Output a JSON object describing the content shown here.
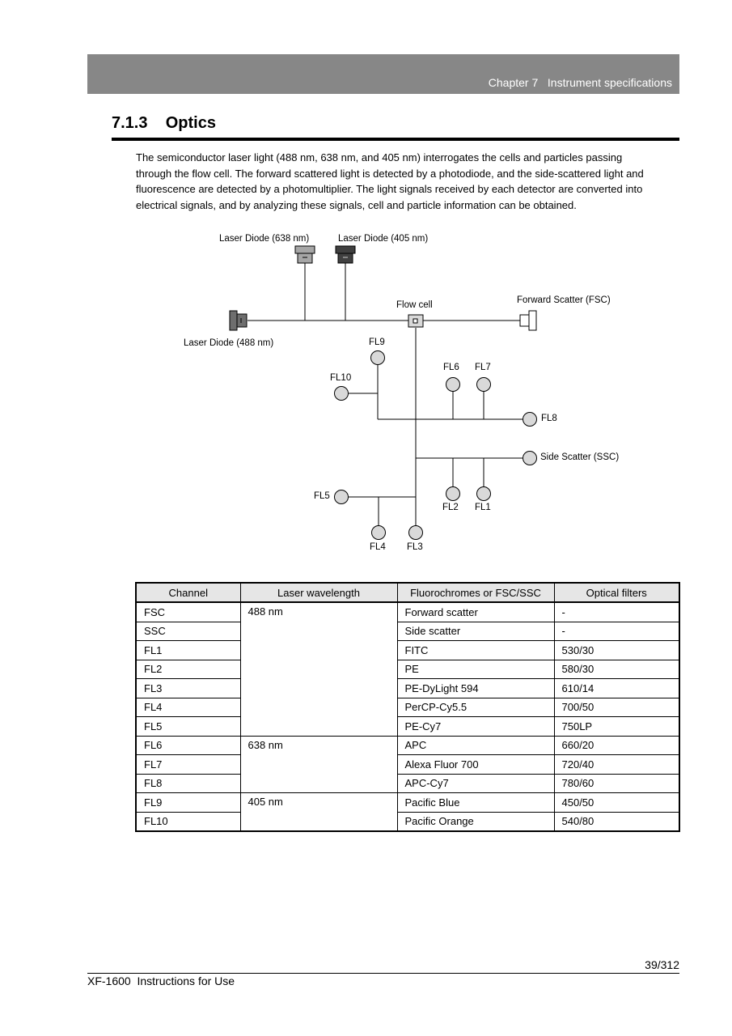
{
  "header": {
    "chapter": "Chapter 7   Instrument specifications"
  },
  "section": {
    "title": "7.1.3    Optics"
  },
  "body": {
    "lines": [
      "The semiconductor laser light (488 nm, 638 nm, and 405 nm) interrogates the cells and particles passing",
      "through the flow cell. The forward scattered light is detected by a photodiode, and the side-scattered light and",
      "fluorescence are detected by a photomultiplier. The light signals received by each detector are converted into",
      "electrical signals, and by analyzing these signals, cell and particle information can be obtained."
    ]
  },
  "diagram": {
    "laser_638": "Laser Diode (638 nm)",
    "laser_405": "Laser Diode (405 nm)",
    "laser_488": "Laser Diode (488 nm)",
    "flow_cell": "Flow cell",
    "fsc": "Forward Scatter (FSC)",
    "ssc": "Side Scatter (SSC)",
    "fl1": "FL1",
    "fl2": "FL2",
    "fl3": "FL3",
    "fl4": "FL4",
    "fl5": "FL5",
    "fl6": "FL6",
    "fl7": "FL7",
    "fl8": "FL8",
    "fl9": "FL9",
    "fl10": "FL10"
  },
  "table": {
    "headers": [
      "Channel",
      "Laser wavelength",
      "Fluorochromes or FSC/SSC",
      "Optical filters"
    ],
    "laser_groups": [
      "488 nm",
      "638 nm",
      "405 nm"
    ],
    "rows": [
      {
        "channel": "FSC",
        "fluor": "Forward scatter",
        "filter": "-"
      },
      {
        "channel": "SSC",
        "fluor": "Side scatter",
        "filter": "-"
      },
      {
        "channel": "FL1",
        "fluor": "FITC",
        "filter": "530/30"
      },
      {
        "channel": "FL2",
        "fluor": "PE",
        "filter": "580/30"
      },
      {
        "channel": "FL3",
        "fluor": "PE-DyLight 594",
        "filter": "610/14"
      },
      {
        "channel": "FL4",
        "fluor": "PerCP-Cy5.5",
        "filter": "700/50"
      },
      {
        "channel": "FL5",
        "fluor": "PE-Cy7",
        "filter": "750LP"
      },
      {
        "channel": "FL6",
        "fluor": "APC",
        "filter": "660/20"
      },
      {
        "channel": "FL7",
        "fluor": "Alexa Fluor 700",
        "filter": "720/40"
      },
      {
        "channel": "FL8",
        "fluor": "APC-Cy7",
        "filter": "780/60"
      },
      {
        "channel": "FL9",
        "fluor": "Pacific Blue",
        "filter": "450/50"
      },
      {
        "channel": "FL10",
        "fluor": "Pacific Orange",
        "filter": "540/80"
      }
    ]
  },
  "footer": {
    "page_number": "39/312",
    "document_title": "XF-1600  Instructions for Use"
  },
  "colors": {
    "header_bar": "#878787",
    "table_header": "#e6e6e6",
    "detector_fill": "#d9d9d9"
  }
}
